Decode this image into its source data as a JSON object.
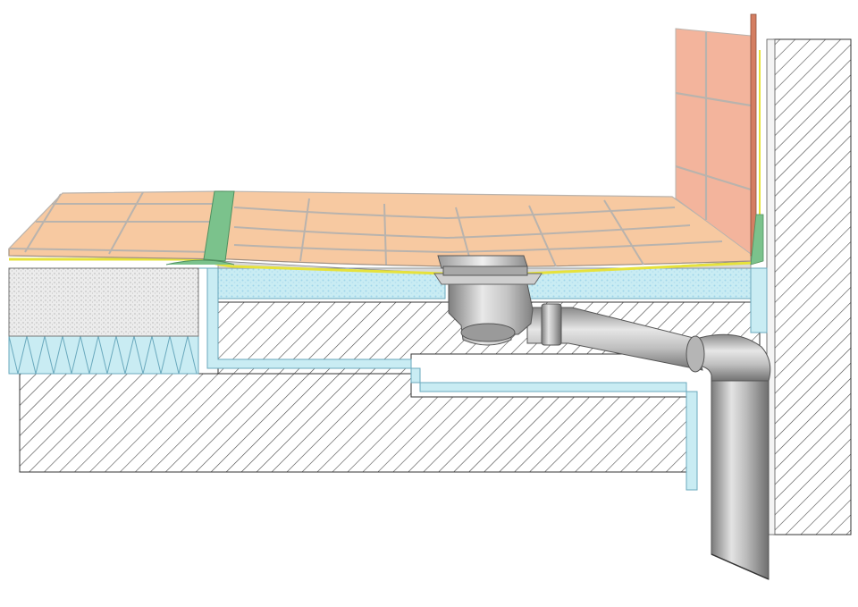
{
  "diagram": {
    "labels": [],
    "colors": {
      "background": "#ffffff",
      "tile": "#f7c9a1",
      "tile_grout": "#b9b3ad",
      "wall_tile": "#f3b49c",
      "screed": "#e9e9e9",
      "hatch": "#4a4a4a",
      "pale_blue": "#c9ecf3",
      "eps_dots": "#a9dcee",
      "membrane": "#e6e23b",
      "green_profile": "#7bc28c",
      "pipe_dark": "#7a7a7a",
      "pipe_light": "#d6d6d6"
    },
    "components": [
      "floor-tiles",
      "wall-tiles",
      "tile-adhesive",
      "waterproof-membrane",
      "screed-layer",
      "eps-insulation",
      "thermal-insulation",
      "concrete-slab",
      "masonry-wall",
      "floor-drain",
      "drain-grate",
      "drain-pipe",
      "pipe-elbow",
      "downpipe",
      "movement-joint-profile"
    ]
  }
}
